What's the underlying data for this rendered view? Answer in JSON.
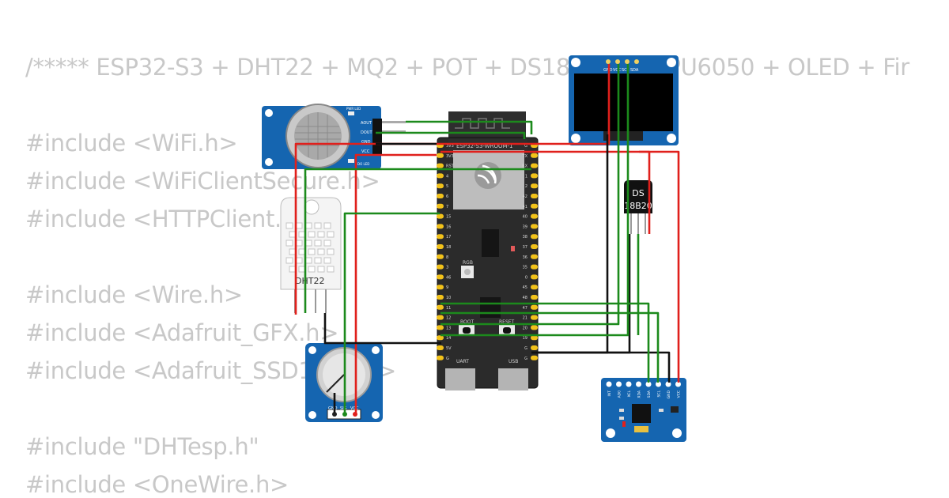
{
  "code_lines": [
    "/***** ESP32-S3 + DHT22 + MQ2 + POT + DS18B20 + MPU6050 + OLED + Fir",
    "",
    "#include <WiFi.h>",
    "#include <WiFiClientSecure.h>",
    "#include <HTTPClient.h>",
    "",
    "#include <Wire.h>",
    "#include <Adafruit_GFX.h>",
    "#include <Adafruit_SSD1306.h>",
    "",
    "#include \"DHTesp.h\"",
    "#include <OneWire.h>"
  ],
  "esp32": {
    "module_label": "ESP32-S3-WROOM-1",
    "left_pins": [
      "3V3",
      "3V3",
      "RST",
      "4",
      "5",
      "6",
      "7",
      "15",
      "16",
      "17",
      "18",
      "8",
      "3",
      "46",
      "9",
      "10",
      "11",
      "12",
      "13",
      "14",
      "5V",
      "G"
    ],
    "right_pins": [
      "G",
      "TX",
      "RX",
      "1",
      "2",
      "42",
      "41",
      "40",
      "39",
      "38",
      "37",
      "36",
      "35",
      "0",
      "45",
      "48",
      "47",
      "21",
      "20",
      "19",
      "G",
      "G"
    ],
    "rgb_label": "RGB",
    "boot_label": "BOOT",
    "reset_label": "RESET",
    "uart_label": "UART",
    "usb_label": "USB"
  },
  "mq2": {
    "pins": [
      "AOUT",
      "DOUT",
      "GND",
      "VCC"
    ],
    "pwr_led": "PWR LED",
    "do_led": "DO LED"
  },
  "dht22": {
    "label": "DHT22"
  },
  "pot": {
    "pins": [
      "GND",
      "SIG",
      "VCC"
    ]
  },
  "oled": {
    "pins": [
      "GND",
      "VCC",
      "SCL",
      "SDA"
    ]
  },
  "ds18b20": {
    "line1": "DS",
    "line2": "18B20"
  },
  "mpu6050": {
    "pins": [
      "INT",
      "AD0",
      "XCL",
      "XDA",
      "SDA",
      "SCL",
      "GND",
      "VCC"
    ]
  },
  "colors": {
    "wire_red": "#e0201c",
    "wire_green": "#1c8a1c",
    "wire_black": "#111111",
    "board_blue": "#1565b0",
    "esp_board": "#2b2b2b",
    "code_text": "#c8c8c8"
  }
}
